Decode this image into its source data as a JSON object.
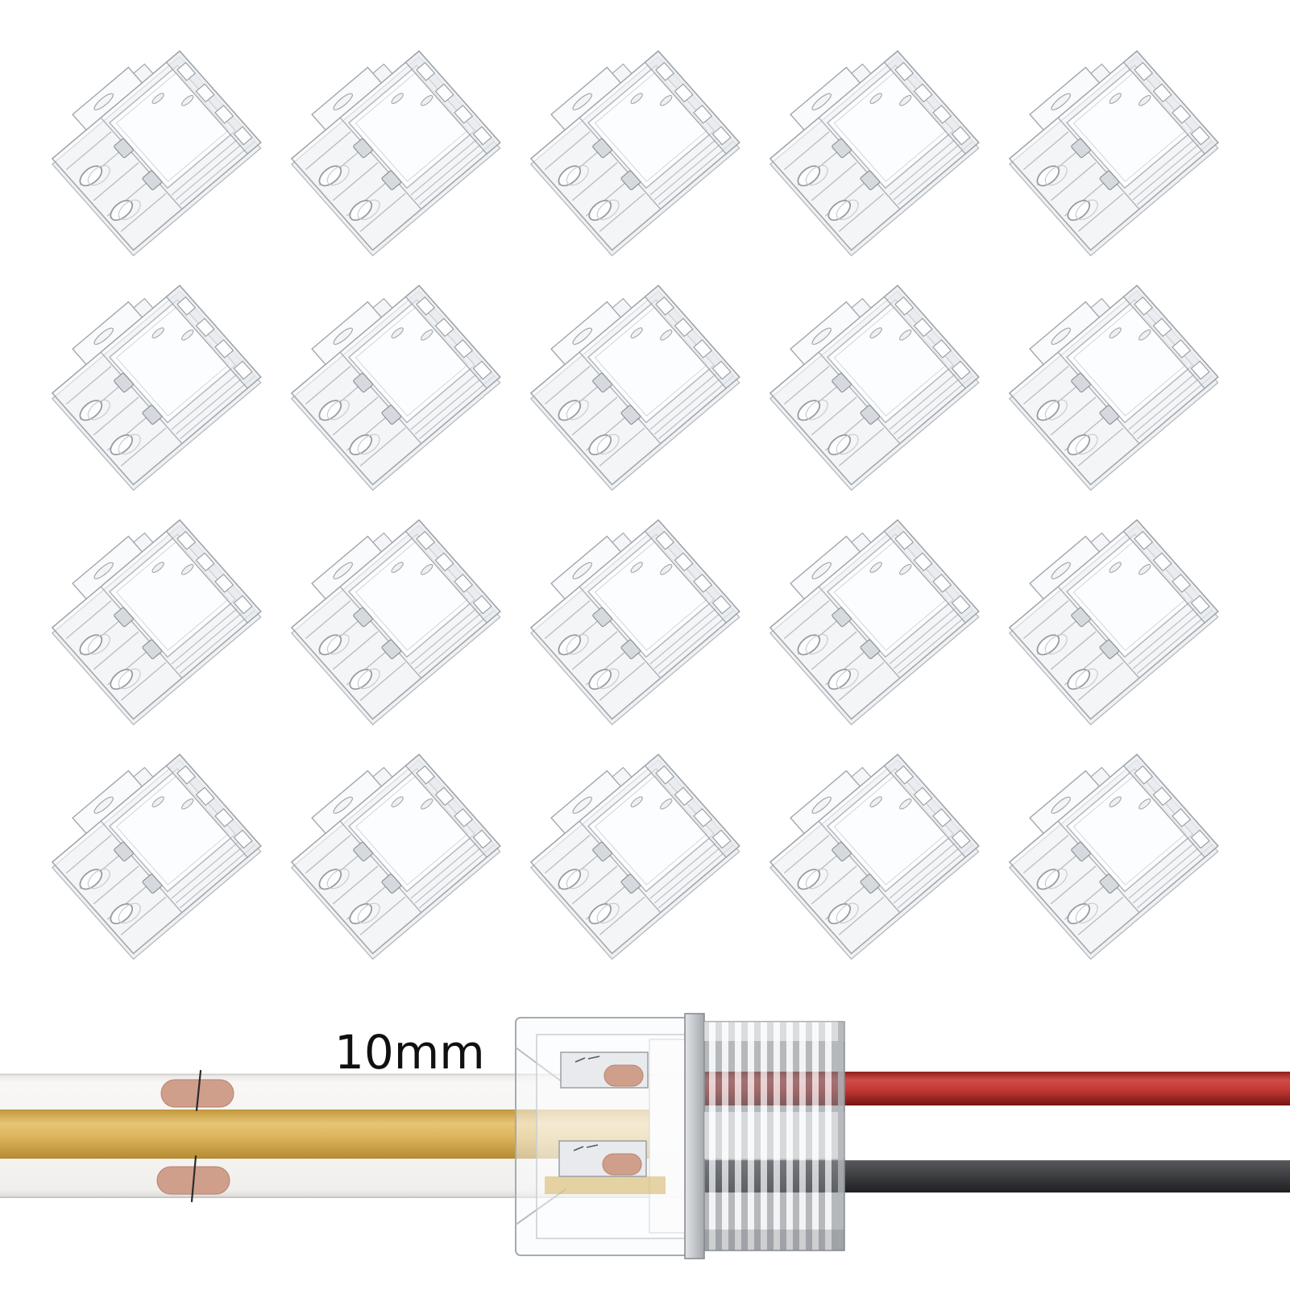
{
  "page": {
    "background_color": "#ffffff",
    "description_of_visible_content": "pack of transparent solderless LED strip connectors shown in a grid, with a size diagram below"
  },
  "grid": {
    "rows": 4,
    "columns": 5,
    "total_connectors": 20
  },
  "diagram": {
    "width_label": "10mm",
    "strip": {
      "base_color": "#f6f5f3",
      "edge_color": "#d2d1cf",
      "cob_stripe_color": "#ddb55c",
      "solder_pad_color": "#cf9f8c",
      "cut_mark_color": "#2b2b2b"
    },
    "connector": {
      "body_color": "#f4f6f8",
      "edge_color": "#a2a7ad",
      "latch_color": "#aaaeb3",
      "contact_plate_color": "#e8eaed",
      "contact_pad_color": "#cf9f8c"
    },
    "wires": [
      {
        "name": "red-wire",
        "color": "#c23733"
      },
      {
        "name": "black-wire",
        "color": "#3f4043"
      }
    ]
  }
}
